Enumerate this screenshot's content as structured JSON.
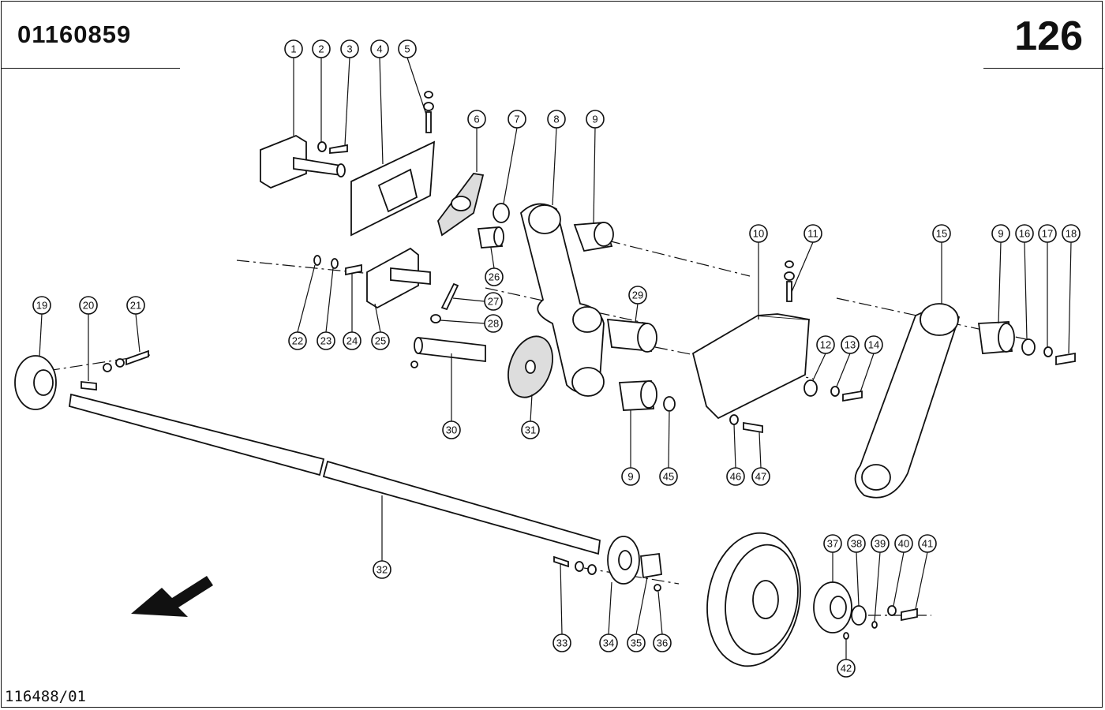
{
  "header": {
    "part_number": "01160859",
    "page_number": "126"
  },
  "footer": {
    "drawing_ref": "116488/01"
  },
  "callouts": [
    "1",
    "2",
    "3",
    "4",
    "5",
    "6",
    "7",
    "8",
    "9",
    "9",
    "9",
    "10",
    "11",
    "12",
    "13",
    "14",
    "15",
    "16",
    "17",
    "18",
    "19",
    "20",
    "21",
    "22",
    "23",
    "24",
    "25",
    "26",
    "27",
    "28",
    "29",
    "30",
    "31",
    "32",
    "33",
    "34",
    "35",
    "36",
    "37",
    "38",
    "39",
    "40",
    "41",
    "42",
    "45",
    "46",
    "47"
  ],
  "icons": {
    "direction_arrow": "arrow-down-left-icon"
  }
}
